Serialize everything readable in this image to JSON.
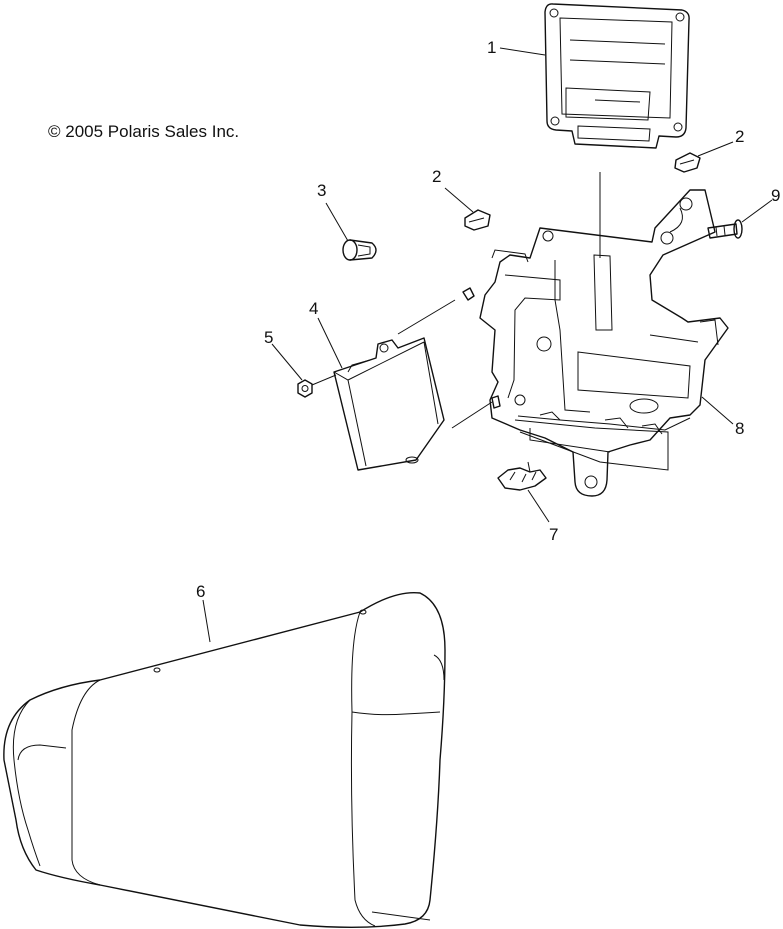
{
  "copyright": "© 2005 Polaris Sales Inc.",
  "callouts": {
    "c1": "1",
    "c2a": "2",
    "c2b": "2",
    "c3": "3",
    "c4": "4",
    "c5": "5",
    "c6": "6",
    "c7": "7",
    "c8": "8",
    "c9": "9"
  }
}
